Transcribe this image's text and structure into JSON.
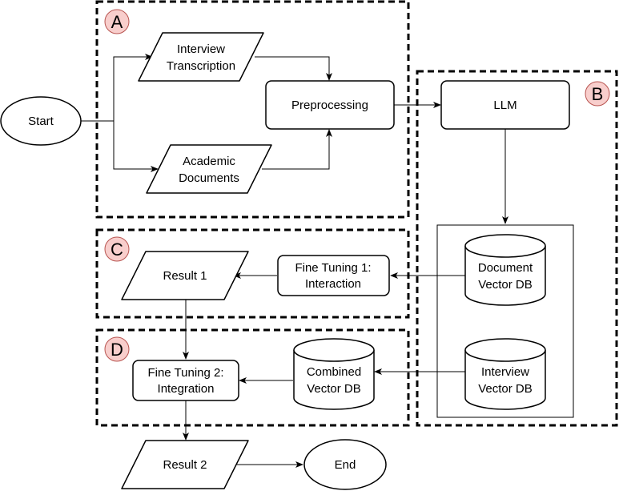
{
  "regions": {
    "a": "A",
    "b": "B",
    "c": "C",
    "d": "D"
  },
  "nodes": {
    "start": "Start",
    "end": "End",
    "interview_transcription": [
      "Interview",
      "Transcription"
    ],
    "academic_documents": [
      "Academic",
      "Documents"
    ],
    "preprocessing": "Preprocessing",
    "llm": "LLM",
    "document_vector_db": [
      "Document",
      "Vector DB"
    ],
    "interview_vector_db": [
      "Interview",
      "Vector DB"
    ],
    "fine_tuning_1": [
      "Fine Tuning 1:",
      "Interaction"
    ],
    "result_1": "Result 1",
    "combined_vector_db": [
      "Combined",
      "Vector DB"
    ],
    "fine_tuning_2": [
      "Fine Tuning 2:",
      "Integration"
    ],
    "result_2": "Result 2"
  },
  "colors": {
    "label_badge_fill": "#f8cecc",
    "label_badge_stroke": "#b85450",
    "stroke": "#000000"
  }
}
